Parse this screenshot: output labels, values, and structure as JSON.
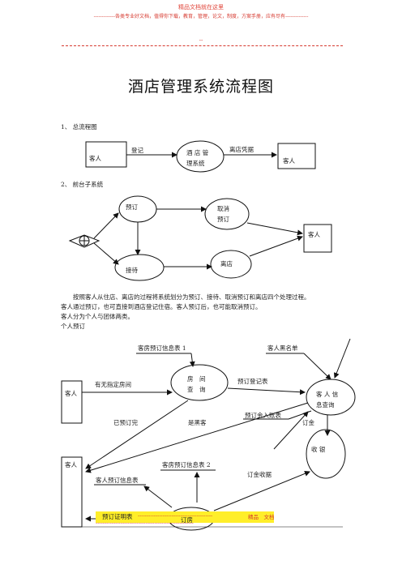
{
  "header": {
    "line1": "精品文档就在这里",
    "line2": "-------------各类专业好文档，值得你下载，教育，管理，论文，制度，方案手册，应有尽有--------------",
    "line3": "--"
  },
  "title": "酒店管理系统流程图",
  "section1": {
    "heading": "1、 总流程图",
    "guest_left": "客人",
    "register": "登记",
    "system_line1": "酒 店 管",
    "system_line2": "理系统",
    "leave_voucher": "离店凭据",
    "guest_right": "客人"
  },
  "section2": {
    "heading": "2、 前台子系统",
    "reserve": "预订",
    "cancel_line1": "取消",
    "cancel_line2": "预订",
    "guest": "客人",
    "reception": "接待",
    "checkout": "离店"
  },
  "paragraph": [
    "按照客人从住店、离店的过程将系统划分为预订、接待、取消预订和离店四个处理过程。",
    "客人通过预订，也可直接到酒店登记住宿。客人预订后，也可能取消预订。",
    "客人分为个人与团体两类。",
    "个人预订"
  ],
  "section3": {
    "form1": "客房预订信息表 1",
    "blacklist": "客人黑名单",
    "guest_top": "客人",
    "has_room": "有无指定房间",
    "room_query_line1": "房　间",
    "room_query_line2": "查　询",
    "reg_form": "预订登记表",
    "guest_info_line1": "客 人 信",
    "guest_info_line2": "息查询",
    "fully_booked": "已预订完",
    "black_guest": "是黑客",
    "reserve_ledger": "预订金入账表",
    "deposit": "订金",
    "guest_bottom": "客人",
    "collect": "收 银",
    "form2": "客房预订信息表 2",
    "guest_form": "客人预订信息表",
    "deposit_receipt": "订金收据",
    "reserve_cert": "预订证明表",
    "book_room": "订房"
  },
  "footer": {
    "dashes_left": "------------------------------------------",
    "quality": "精品　文档",
    "dashes_bottom": "-------------------------------------------------------"
  }
}
